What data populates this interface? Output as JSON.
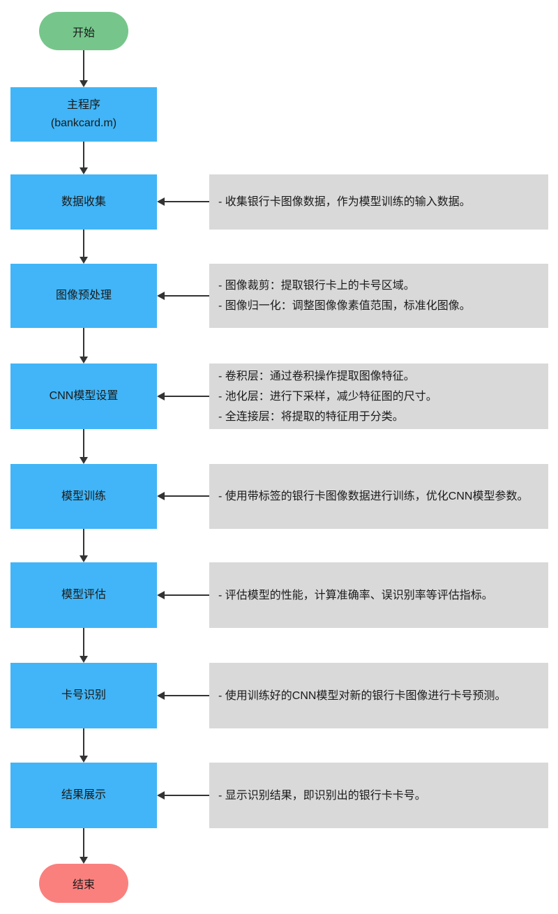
{
  "palette": {
    "start-fill": "#76C68B",
    "end-fill": "#FA807E",
    "process-fill": "#41B5F7",
    "note-fill": "#D9D9D9",
    "line": "#333333",
    "text": "#1A1A1A"
  },
  "nodes": {
    "start": {
      "label": "开始"
    },
    "main": {
      "label": "主程序",
      "sublabel": "(bankcard.m)"
    },
    "end": {
      "label": "结束"
    }
  },
  "steps": [
    {
      "label": "数据收集",
      "notes": [
        "- 收集银行卡图像数据，作为模型训练的输入数据。"
      ]
    },
    {
      "label": "图像预处理",
      "notes": [
        "- 图像裁剪：提取银行卡上的卡号区域。",
        "- 图像归一化：调整图像像素值范围，标准化图像。"
      ]
    },
    {
      "label": "CNN模型设置",
      "notes": [
        "- 卷积层：通过卷积操作提取图像特征。",
        "- 池化层：进行下采样，减少特征图的尺寸。",
        "- 全连接层：将提取的特征用于分类。"
      ]
    },
    {
      "label": "模型训练",
      "notes": [
        "- 使用带标签的银行卡图像数据进行训练，优化CNN模型参数。"
      ]
    },
    {
      "label": "模型评估",
      "notes": [
        "- 评估模型的性能，计算准确率、误识别率等评估指标。"
      ]
    },
    {
      "label": "卡号识别",
      "notes": [
        "- 使用训练好的CNN模型对新的银行卡图像进行卡号预测。"
      ]
    },
    {
      "label": "结果展示",
      "notes": [
        "- 显示识别结果，即识别出的银行卡卡号。"
      ]
    }
  ]
}
